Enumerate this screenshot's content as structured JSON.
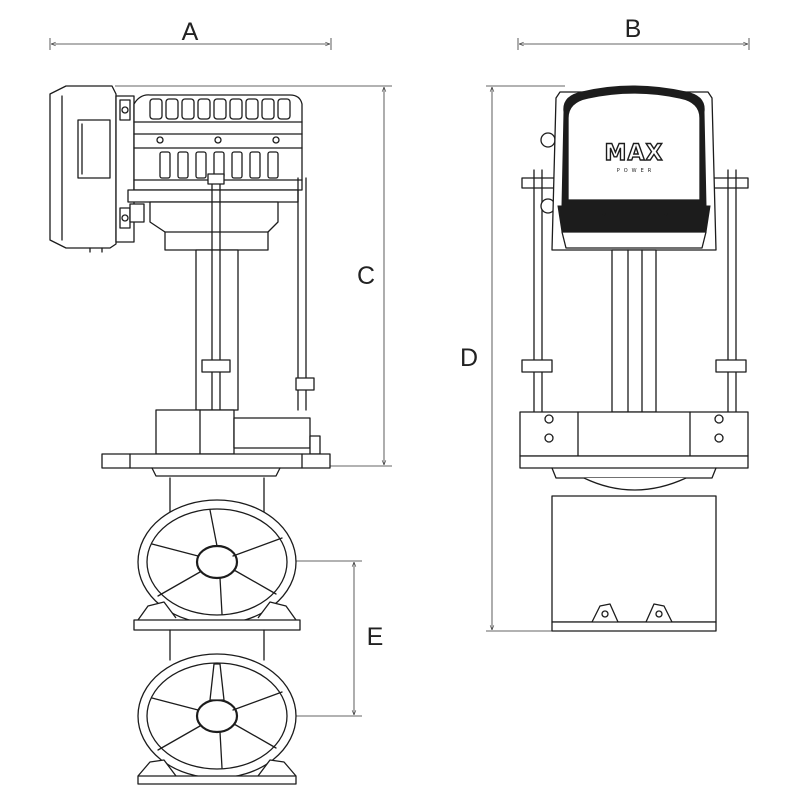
{
  "dimensions": {
    "a": "A",
    "b": "B",
    "c": "C",
    "d": "D",
    "e": "E"
  },
  "brand": {
    "logo": "MAX",
    "sub": "POWER"
  },
  "colors": {
    "line": "#1c1c1c",
    "background": "#ffffff"
  }
}
